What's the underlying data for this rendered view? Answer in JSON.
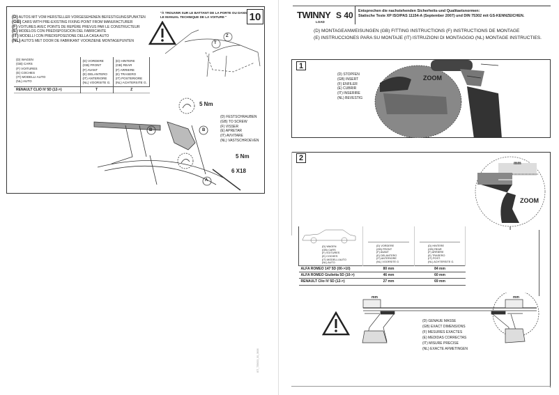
{
  "left_page": {
    "step_number": "10",
    "door_note": "\"À TROUVER SUR LE BATTANT DE LA PORTE OU DANS LE MANUAL TECHNIQUE DE LA VOITURE \"",
    "intro": [
      {
        "code": "(D)",
        "text": "AUTOS MIT VOM HERSTELLER VORGESEHENEN BEFESTIGUNGSPUNKTEN"
      },
      {
        "code": "(GB)",
        "text": "CARS WITH PRE-EXISTING FIXING POINT FROM MANUFACTURER"
      },
      {
        "code": "(F)",
        "text": "VOITURES AVEC POINTS DE REPÈRE PREVUS PAR LE CONSTRUCTEUR"
      },
      {
        "code": "(E)",
        "text": "MODELOS CON PREDISPOSICION DEL FABRICANTE"
      },
      {
        "code": "(IT)",
        "text": "MODELLI CON PREDISPOSIZIONE DELLA CASA AUTO"
      },
      {
        "code": "(NL)",
        "text": "AUTO'S MET DOOR DE FABRIKANT VOORZIENE MONTAGEPUNTEN"
      }
    ],
    "table": {
      "col_car": [
        "(D) WAGEN",
        "(GB) CARS",
        "(F) VOITURES",
        "(E) COCHES",
        "(IT) MODELLI AUTO",
        "(NL) AUTO"
      ],
      "col_front": [
        "(D) VORDERE",
        "(GB) FRONT",
        "(F) AVANT",
        "(E) DELANTERO",
        "(IT) ANTERIORE",
        "(NL) VOORSITE G."
      ],
      "col_rear": [
        "(D) HINTERE",
        "(GB) REAR",
        "(F) ARRIERE",
        "(E) TRASERO",
        "(IT) POSTERIORE",
        "(NL) ACHTERSITE G."
      ],
      "row": {
        "car": "RENAULT CLIO IV 5D (12->)",
        "front": "T",
        "rear": "Z"
      }
    },
    "labels": {
      "t": "T",
      "z": "Z",
      "a": "A",
      "b1": "B",
      "b2": "B",
      "torque1": "5 Nm",
      "torque2": "5 Nm",
      "screw": "6 X18"
    },
    "screw_text": [
      "(D) FESTSCHRAUBEN",
      "(GB) TO SCREW",
      "(F) VISSER",
      "(E) APRETAR",
      "(IT) AVVITARE",
      "(NL) VASTSCHROEVEN"
    ],
    "doc_code": "IST_755633_00_3606"
  },
  "right_page": {
    "brand": "TWINNY",
    "brand_sub": "LOAD",
    "model": "S 40",
    "standards": [
      "Entsprechen die nachstehenden Sicherheits-und Qualitaetsnormen:",
      "Statische Teste XP ISO/PAS 11154-A (September 2007) und DIN 75302 mit GS-KENNZEICHEN."
    ],
    "instructions_line1": "(D) MONTAGEANWEISUNGEN  (GB) FITTING INSTRUCTIONS  (F) INSTRUCTIONS DE MONTAGE",
    "instructions_line2": "(E) INSTRUCCIONES PARA SU MONTAJE (IT) ISTRUZIONI DI MONTAGGIO (NL) MONTAGE INSTRUCTIES.",
    "step1": {
      "number": "1",
      "zoom": "ZOOM",
      "text": [
        "(D) STOPFEN",
        "(GB) INSERT",
        "(F) ENFILER",
        "(E) CUBRIR",
        "(IT) INSERIRE",
        "(NL) BEVESTIG"
      ]
    },
    "step2": {
      "number": "2",
      "zoom": "ZOOM",
      "mm": "mm",
      "col_car": [
        "(D) WAGEN",
        "(GB) CARS",
        "(F) VOITURES",
        "(E) COCHES",
        "(IT) MODELLI AUTO",
        "(NL) AUTO"
      ],
      "col_front": [
        "(D) VORDERE",
        "(GB) FRONT",
        "(F) AVANT",
        "(E) DELANTERO",
        "(IT) ANTERIORE",
        "(NL) VOORSITE G"
      ],
      "col_rear": [
        "(D) HINTERE",
        "(GB) REAR",
        "(F) ARRIERE",
        "(E) TRASERO",
        "(IT) POST.",
        "(NL) ACHTERSITE G."
      ],
      "rows": [
        {
          "car": "ALFA ROMEO 147 5D (00->10)",
          "front": "80 mm",
          "rear": "84 mm"
        },
        {
          "car": "ALFA ROMEO Giulietta 5D (10->)",
          "front": "46 mm",
          "rear": "60 mm"
        },
        {
          "car": "RENAULT Clio IV 5D (12->)",
          "front": "27 mm",
          "rear": "69 mm"
        }
      ],
      "mm_left": "mm",
      "mm_right": "mm",
      "exact_text": [
        "(D) GENAUE MASSE",
        "(GB) EXACT DIMENSIONS",
        "(F) MESURES EXACTES",
        "(E) MEDIDAS CORRECTAS",
        "(IT) MISURE PRECISE",
        "(NL) EXACTE AFMETINGEN"
      ]
    }
  }
}
